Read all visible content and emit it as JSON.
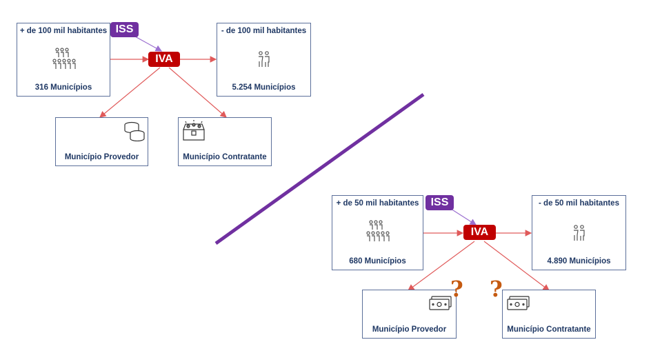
{
  "top": {
    "big": {
      "title": "+ de 100 mil habitantes",
      "count": "316 Municípios"
    },
    "small": {
      "title": "- de 100 mil habitantes",
      "count": "5.254 Municípios"
    },
    "iss_label": "ISS",
    "iva_label": "IVA",
    "provider": {
      "label": "Município Provedor",
      "icon": "coins-stack-icon"
    },
    "contractor": {
      "label": "Município Contratante",
      "icon": "treasure-chest-icon"
    }
  },
  "bottom": {
    "big": {
      "title": "+ de 50 mil habitantes",
      "count": "680 Municípios"
    },
    "small": {
      "title": "- de 50 mil habitantes",
      "count": "4.890 Municípios"
    },
    "iss_label": "ISS",
    "iva_label": "IVA",
    "provider": {
      "label": "Município Provedor",
      "icon": "banknote-icon",
      "mark": "?"
    },
    "contractor": {
      "label": "Município Contratante",
      "icon": "banknote-icon",
      "mark": "?"
    }
  },
  "colors": {
    "box_border": "#5b6f9a",
    "text": "#1f3864",
    "iss": "#7030a0",
    "iva": "#c00000",
    "arrow": "#e05a5a",
    "divider": "#7030a0",
    "question": "#c55a11"
  }
}
